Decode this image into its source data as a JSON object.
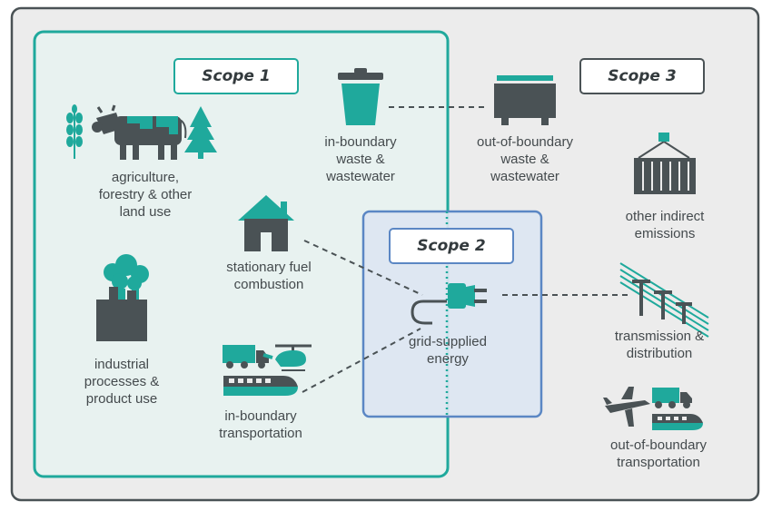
{
  "scopes": {
    "scope1": "Scope 1",
    "scope2": "Scope 2",
    "scope3": "Scope 3"
  },
  "sources": {
    "afolu": "agriculture,\nforestry & other\nland use",
    "waste_in": "in-boundary\nwaste &\nwastewater",
    "waste_out": "out-of-boundary\nwaste &\nwastewater",
    "stationary": "stationary fuel\ncombustion",
    "other_indirect": "other indirect\nemissions",
    "industrial": "industrial\nprocesses &\nproduct use",
    "grid": "grid-supplied\nenergy",
    "transmission": "transmission &\ndistribution",
    "transport_in": "in-boundary\ntransportation",
    "transport_out": "out-of-boundary\ntransportation"
  },
  "colors": {
    "teal": "#1fa99c",
    "dark": "#4a5255",
    "blue": "#5b87c4",
    "scope1_fill": "#e8f2f0",
    "scope2_fill": "#dce6f2",
    "outer_fill": "#ececec"
  }
}
